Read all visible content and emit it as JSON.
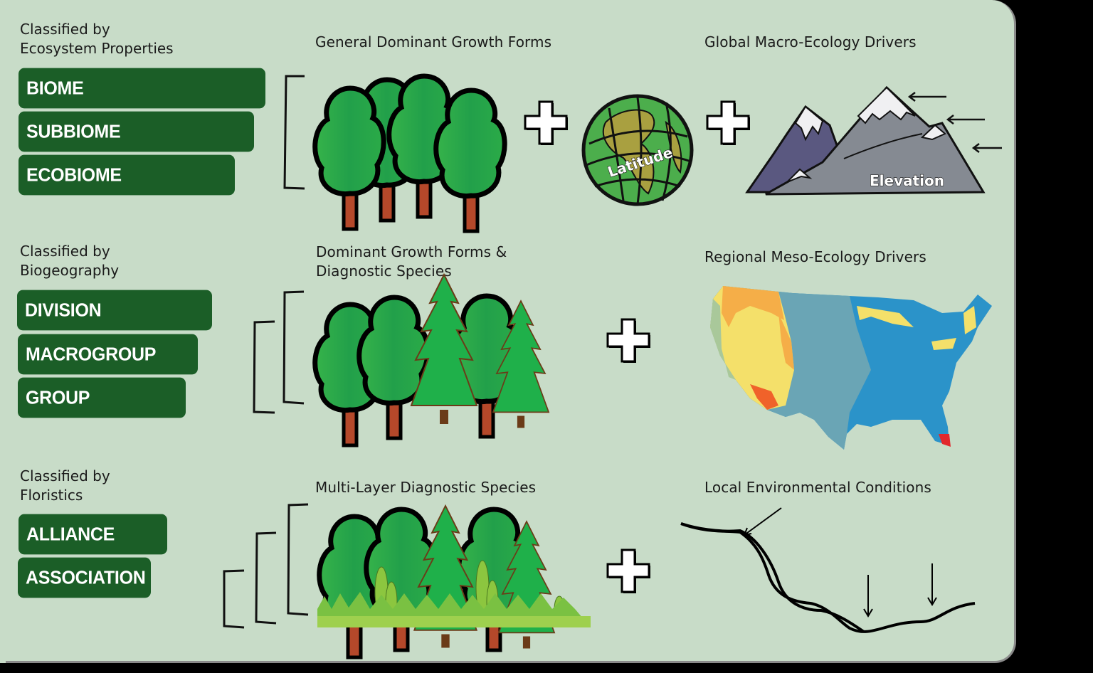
{
  "rows": [
    {
      "category_label": "Classified by\nEcosystem Properties",
      "levels": [
        "BIOME",
        "SUBBIOME",
        "ECOBIOME"
      ],
      "growth_heading": "General Dominant Growth Forms",
      "drivers_heading": "Global Macro-Ecology Drivers",
      "driver_icons": [
        {
          "name": "globe-icon",
          "label": "Latitude"
        },
        {
          "name": "mountain-icon",
          "label": "Elevation"
        }
      ]
    },
    {
      "category_label": "Classified by\nBiogeography",
      "levels": [
        "DIVISION",
        "MACROGROUP",
        "GROUP"
      ],
      "growth_heading": "Dominant Growth Forms &\nDiagnostic Species",
      "drivers_heading": "Regional Meso-Ecology Drivers",
      "driver_icons": [
        {
          "name": "us-map-icon",
          "label": ""
        }
      ]
    },
    {
      "category_label": "Classified by\nFloristics",
      "levels": [
        "ALLIANCE",
        "ASSOCIATION"
      ],
      "growth_heading": "Multi-Layer Diagnostic Species",
      "drivers_heading": "Local Environmental Conditions",
      "driver_icons": [
        {
          "name": "terrain-profile-icon",
          "label": ""
        }
      ]
    }
  ],
  "colors": {
    "panel_bg": "#c8dcc8",
    "level_button_bg": "#1b5e27",
    "level_button_text": "#ffffff",
    "tree_green": "#2fa84a",
    "trunk": "#b5482a",
    "conifer_green": "#1fb04a",
    "mountain_gray": "#858a92",
    "mountain_purple": "#5a5880",
    "map_blue": "#2b93c9",
    "map_teal": "#6aa5b5",
    "map_yellow": "#f4e06a",
    "map_orange": "#f5ae48",
    "map_red": "#e2282c"
  }
}
